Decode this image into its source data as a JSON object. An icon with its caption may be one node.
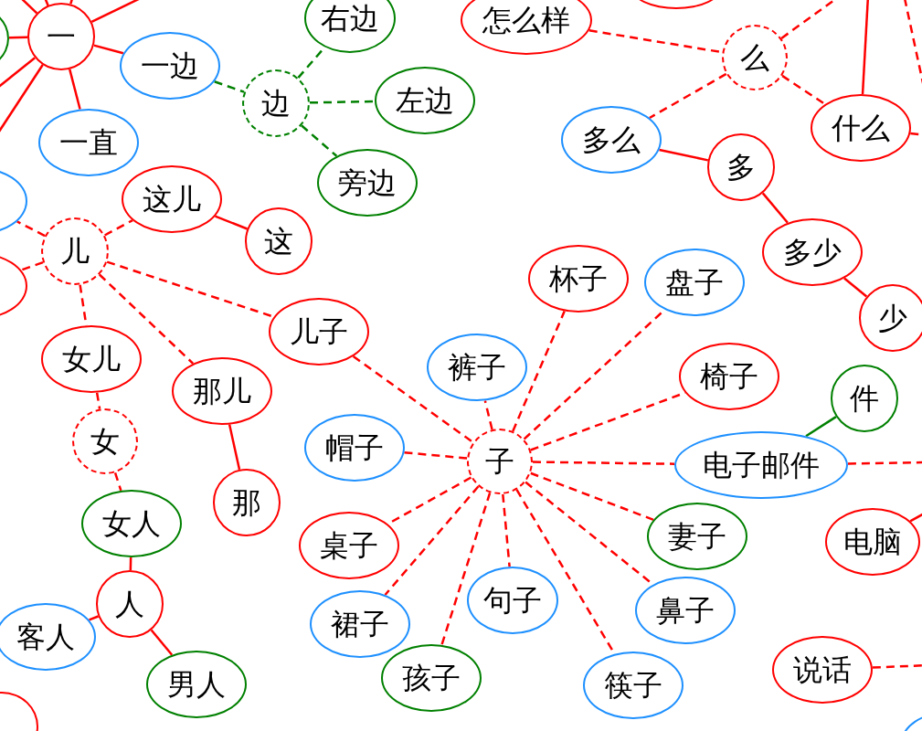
{
  "diagram": {
    "nodes": [
      {
        "text": [
          "一"
        ]
      },
      {
        "text": [],
        "shape": "ellipse"
      },
      {
        "text": [
          "一边"
        ]
      },
      {
        "text": [
          "一直"
        ]
      },
      {
        "text": [
          "边"
        ]
      },
      {
        "text": [
          "右边"
        ]
      },
      {
        "text": [
          "左边"
        ]
      },
      {
        "text": [
          "旁边"
        ]
      },
      {
        "text": [
          "怎么样"
        ]
      },
      {
        "text": [],
        "shape": "ellipse"
      },
      {
        "text": [
          "么"
        ]
      },
      {
        "text": [
          "多么"
        ]
      },
      {
        "text": [
          "什么"
        ]
      },
      {
        "text": [
          "多"
        ]
      },
      {
        "text": [
          "多少"
        ]
      },
      {
        "text": [
          "少"
        ]
      },
      {
        "text": [],
        "shape": "ellipse"
      },
      {
        "text": [
          "儿"
        ]
      },
      {
        "text": [],
        "shape": "ellipse"
      },
      {
        "text": [
          "这儿"
        ]
      },
      {
        "text": [
          "这"
        ]
      },
      {
        "text": [
          "儿子"
        ]
      },
      {
        "text": [
          "女儿"
        ]
      },
      {
        "text": [
          "那儿"
        ]
      },
      {
        "text": [
          "女"
        ]
      },
      {
        "text": [
          "那"
        ]
      },
      {
        "text": [
          "女人"
        ]
      },
      {
        "text": [
          "人"
        ]
      },
      {
        "text": [
          "客人"
        ]
      },
      {
        "text": [
          "男人"
        ]
      },
      {
        "text": [],
        "shape": "ellipse"
      },
      {
        "text": [
          "杯子"
        ]
      },
      {
        "text": [
          "盘子"
        ]
      },
      {
        "text": [
          "裤子"
        ]
      },
      {
        "text": [
          "椅子"
        ]
      },
      {
        "text": [
          "帽子"
        ]
      },
      {
        "text": [
          "子"
        ]
      },
      {
        "text": [
          "件"
        ]
      },
      {
        "text": [
          "电子邮件"
        ]
      },
      {
        "text": [
          "桌子"
        ]
      },
      {
        "text": [
          "妻子"
        ]
      },
      {
        "text": [
          "电脑"
        ]
      },
      {
        "text": [
          "裙子"
        ]
      },
      {
        "text": [
          "句子"
        ]
      },
      {
        "text": [
          "鼻子"
        ]
      },
      {
        "text": [
          "孩子"
        ]
      },
      {
        "text": [
          "筷子"
        ]
      },
      {
        "text": [
          "说话"
        ]
      },
      {
        "text": [],
        "shape": "ellipse"
      }
    ],
    "edges": [
      {
        "from": 0,
        "to": 1,
        "arrow": "none"
      },
      {
        "from": 0,
        "to": 2,
        "arrow": "none"
      },
      {
        "from": 0,
        "to": 3,
        "arrow": "none"
      },
      {
        "from": 0,
        "to": null,
        "arrow": "none"
      },
      {
        "from": 0,
        "to": null,
        "arrow": "none"
      },
      {
        "from": 0,
        "to": null,
        "arrow": "none"
      },
      {
        "from": 0,
        "to": null,
        "arrow": "none"
      },
      {
        "from": 0,
        "to": null,
        "arrow": "none"
      },
      {
        "from": 0,
        "to": null,
        "arrow": "none"
      },
      {
        "from": 2,
        "to": 4,
        "arrow": "none",
        "style": "dashed",
        "color": "#008000"
      },
      {
        "from": 4,
        "to": 5,
        "arrow": "none",
        "style": "dashed",
        "color": "#008000"
      },
      {
        "from": 4,
        "to": 6,
        "arrow": "none",
        "style": "dashed",
        "color": "#008000"
      },
      {
        "from": 4,
        "to": 7,
        "arrow": "none",
        "style": "dashed",
        "color": "#008000"
      },
      {
        "from": 8,
        "to": 10,
        "arrow": "none",
        "style": "dashed"
      },
      {
        "from": 10,
        "to": null,
        "arrow": "none",
        "style": "dashed"
      },
      {
        "from": 10,
        "to": 11,
        "arrow": "none",
        "style": "dashed"
      },
      {
        "from": 10,
        "to": 12,
        "arrow": "none",
        "style": "dashed"
      },
      {
        "from": 12,
        "to": null,
        "arrow": "none"
      },
      {
        "from": 12,
        "to": null,
        "arrow": "none",
        "style": "dashed"
      },
      {
        "from": 11,
        "to": 13,
        "arrow": "none"
      },
      {
        "from": 13,
        "to": 14,
        "arrow": "none"
      },
      {
        "from": 14,
        "to": 15,
        "arrow": "none"
      },
      {
        "from": 17,
        "to": 16,
        "arrow": "none",
        "style": "dashed"
      },
      {
        "from": 17,
        "to": 18,
        "arrow": "none",
        "style": "dashed"
      },
      {
        "from": 17,
        "to": 19,
        "arrow": "none",
        "style": "dashed"
      },
      {
        "from": 19,
        "to": 20,
        "arrow": "none"
      },
      {
        "from": 17,
        "to": 21,
        "arrow": "none",
        "style": "dashed"
      },
      {
        "from": 17,
        "to": 22,
        "arrow": "none",
        "style": "dashed"
      },
      {
        "from": 17,
        "to": 23,
        "arrow": "none",
        "style": "dashed"
      },
      {
        "from": 22,
        "to": 24,
        "arrow": "none",
        "style": "dashed"
      },
      {
        "from": 24,
        "to": 26,
        "arrow": "none",
        "style": "dashed"
      },
      {
        "from": 23,
        "to": 25,
        "arrow": "none"
      },
      {
        "from": 26,
        "to": 27,
        "arrow": "none"
      },
      {
        "from": 27,
        "to": 28,
        "arrow": "none"
      },
      {
        "from": 27,
        "to": 29,
        "arrow": "none"
      },
      {
        "from": 21,
        "to": 36,
        "arrow": "none",
        "style": "dashed"
      },
      {
        "from": 36,
        "to": 31,
        "arrow": "none",
        "style": "dashed"
      },
      {
        "from": 36,
        "to": 32,
        "arrow": "none",
        "style": "dashed"
      },
      {
        "from": 36,
        "to": 33,
        "arrow": "none",
        "style": "dashed"
      },
      {
        "from": 36,
        "to": 34,
        "arrow": "none",
        "style": "dashed"
      },
      {
        "from": 36,
        "to": 35,
        "arrow": "none",
        "style": "dashed"
      },
      {
        "from": 36,
        "to": 38,
        "arrow": "none",
        "style": "dashed"
      },
      {
        "from": 36,
        "to": 39,
        "arrow": "none",
        "style": "dashed"
      },
      {
        "from": 36,
        "to": 40,
        "arrow": "none",
        "style": "dashed"
      },
      {
        "from": 36,
        "to": 42,
        "arrow": "none",
        "style": "dashed"
      },
      {
        "from": 36,
        "to": 43,
        "arrow": "none",
        "style": "dashed"
      },
      {
        "from": 36,
        "to": 44,
        "arrow": "none",
        "style": "dashed"
      },
      {
        "from": 36,
        "to": 45,
        "arrow": "none",
        "style": "dashed"
      },
      {
        "from": 36,
        "to": 46,
        "arrow": "none",
        "style": "dashed"
      },
      {
        "from": 38,
        "to": 37,
        "arrow": "none",
        "color": "#008000"
      },
      {
        "from": 38,
        "to": null,
        "arrow": "none",
        "style": "dashed"
      },
      {
        "from": 41,
        "to": null,
        "arrow": "none"
      },
      {
        "from": 47,
        "to": null,
        "arrow": "none",
        "style": "dashed"
      }
    ]
  }
}
